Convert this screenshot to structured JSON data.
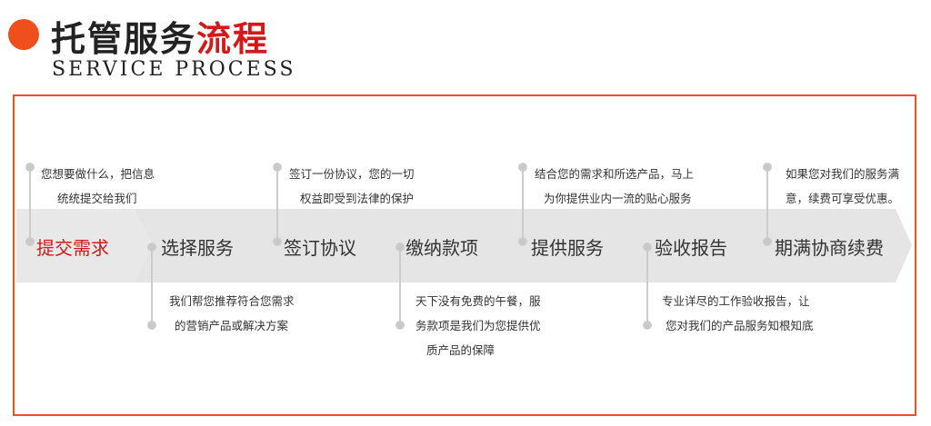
{
  "header": {
    "title_part1": "托管服务",
    "title_part2": "流程",
    "subtitle": "SERVICE PROCESS"
  },
  "colors": {
    "accent": "#f04e1c",
    "highlight": "#d21a1a",
    "arrow_fill": "#e6e6e6",
    "connector": "#c8c8c8"
  },
  "steps": [
    {
      "label": "提交需求"
    },
    {
      "label": "选择服务"
    },
    {
      "label": "签订协议"
    },
    {
      "label": "缴纳款项"
    },
    {
      "label": "提供服务"
    },
    {
      "label": "验收报告"
    },
    {
      "label": "期满协商续费"
    }
  ],
  "notes": {
    "n1": {
      "line1": "您想要做什么，把信息",
      "line2": "统统提交给我们"
    },
    "n2": {
      "line1": "我们帮您推荐符合您需求",
      "line2": "的营销产品或解决方案"
    },
    "n3": {
      "line1": "签订一份协议，您的一切",
      "line2": "权益即受到法律的保护"
    },
    "n4": {
      "line1": "天下没有免费的午餐，服",
      "line2": "务款项是我们为您提供优",
      "line3": "质产品的保障"
    },
    "n5": {
      "line1": "结合您的需求和所选产品，马上",
      "line2": "为你提供业内一流的贴心服务"
    },
    "n6": {
      "line1": "专业详尽的工作验收报告，让",
      "line2": "您对我们的产品服务知根知底"
    },
    "n7": {
      "line1": "如果您对我们的服务满",
      "line2": "意，续费可享受优惠。"
    }
  }
}
